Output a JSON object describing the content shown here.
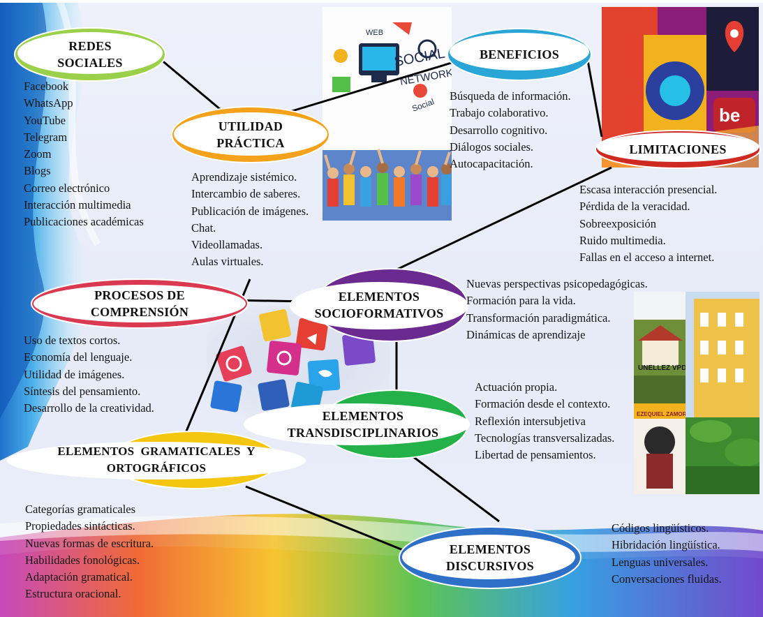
{
  "nodes": {
    "redes": {
      "line1": "REDES",
      "line2": "SOCIALES",
      "color": "#9bd14a"
    },
    "utilidad": {
      "line1": "UTILIDAD",
      "line2": "PRÁCTICA",
      "color": "#f4a21c"
    },
    "beneficios": {
      "line1": "BENEFICIOS",
      "color": "#29a6d6"
    },
    "limitaciones": {
      "line1": "LIMITACIONES",
      "color": "#cf2a22"
    },
    "procesos": {
      "line1": "PROCESOS DE",
      "line2": "COMPRENSIÓN",
      "color": "#d93a52"
    },
    "socioformativos": {
      "line1": "ELEMENTOS",
      "line2": "SOCIOFORMATIVOS",
      "color": "#6a2a8f"
    },
    "transdisciplinarios": {
      "line1": "ELEMENTOS",
      "line2": "TRANSDISCIPLINARIOS",
      "color": "#24b14a"
    },
    "gramaticales": {
      "line1": "ELEMENTOS  GRAMATICALES  Y",
      "line2": "ORTOGRÁFICOS",
      "color": "#f5c60f"
    },
    "discursivos": {
      "line1": "ELEMENTOS",
      "line2": "DISCURSIVOS",
      "color": "#2e6fc8"
    }
  },
  "lists": {
    "redes": [
      "Facebook",
      "WhatsApp",
      "YouTube",
      "Telegram",
      "Zoom",
      "Blogs",
      "Correo electrónico",
      "Interacción multimedia",
      "Publicaciones académicas"
    ],
    "utilidad": [
      "Aprendizaje sistémico.",
      "Intercambio de saberes.",
      "Publicación de imágenes.",
      "Chat.",
      "Videollamadas.",
      "Aulas virtuales."
    ],
    "beneficios": [
      "Búsqueda de información.",
      "Trabajo colaborativo.",
      "Desarrollo cognitivo.",
      "Diálogos sociales.",
      "Autocapacitación."
    ],
    "limitaciones": [
      "Escasa interacción presencial.",
      "Pérdida de la veracidad.",
      "Sobreexposición",
      "Ruido multimedia.",
      "Fallas en el acceso a internet."
    ],
    "socioformativos": [
      "Nuevas perspectivas psicopedagógicas.",
      "Formación para la vida.",
      "Transformación paradigmática.",
      "Dinámicas de aprendizaje"
    ],
    "procesos": [
      "Uso de textos cortos.",
      "Economía del lenguaje.",
      "Utilidad de imágenes.",
      "Síntesis del pensamiento.",
      "Desarrollo de la creatividad."
    ],
    "transdisciplinarios": [
      "Actuación propia.",
      "Formación desde el contexto.",
      "Reflexión intersubjetiva",
      "Tecnologías transversalizadas.",
      "Libertad de pensamientos."
    ],
    "gramaticales": [
      "Categorías gramaticales",
      "Propiedades sintácticas.",
      "Nuevas formas de escritura.",
      "Habilidades fonológicas.",
      "Adaptación gramatical.",
      "Estructura oracional."
    ],
    "discursivos": [
      "Códigos lingüísticos.",
      "Hibridación lingüística.",
      "Lenguas universales.",
      "Conversaciones fluidas."
    ]
  },
  "images": {
    "social_network": {
      "title": "SOCIAL NETWORK",
      "web": "WEB",
      "social": "Social"
    },
    "campus_sign": "UNELLEZ VPDR",
    "portrait_caption": "EZEQUIEL ZAMORA"
  }
}
